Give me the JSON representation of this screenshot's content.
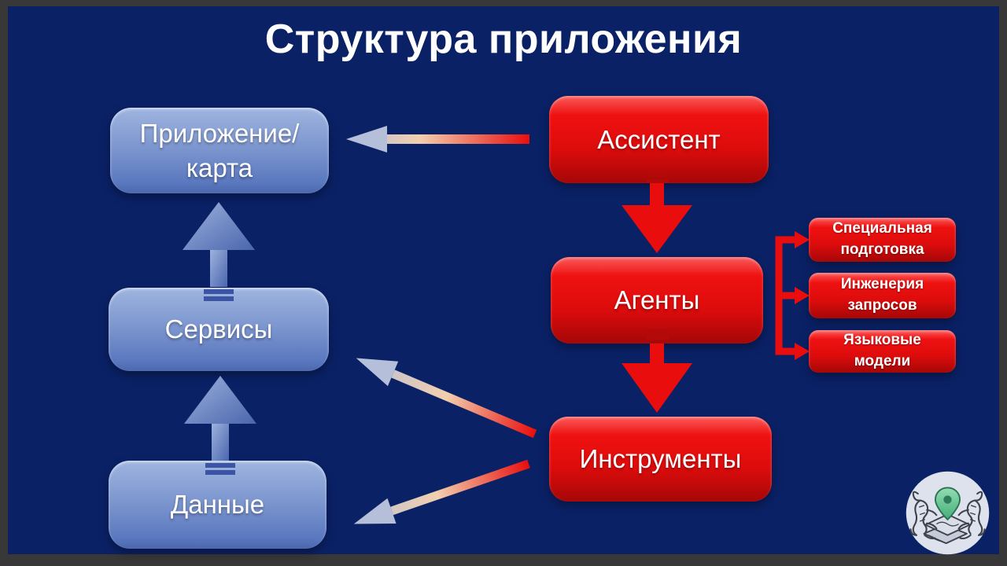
{
  "title": "Структура приложения",
  "nodes": {
    "application_map": {
      "line1": "Приложение/",
      "line2": "карта"
    },
    "services": {
      "label": "Сервисы"
    },
    "data": {
      "label": "Данные"
    },
    "assistant": {
      "label": "Ассистент"
    },
    "agents": {
      "label": "Агенты"
    },
    "tools": {
      "label": "Инструменты"
    },
    "special_training": {
      "line1": "Специальная",
      "line2": "подготовка"
    },
    "prompt_engineering": {
      "line1": "Инженерия",
      "line2": "запросов"
    },
    "language_models": {
      "line1": "Языковые",
      "line2": "модели"
    }
  },
  "connections": [
    {
      "from": "Ассистент",
      "to": "Приложение/карта",
      "style": "red-to-blue-gradient-arrow"
    },
    {
      "from": "Ассистент",
      "to": "Агенты",
      "style": "red-arrow"
    },
    {
      "from": "Агенты",
      "to": "Инструменты",
      "style": "red-arrow"
    },
    {
      "from": "Агенты",
      "to": "Специальная подготовка",
      "style": "red-bracket"
    },
    {
      "from": "Агенты",
      "to": "Инженерия запросов",
      "style": "red-bracket"
    },
    {
      "from": "Агенты",
      "to": "Языковые модели",
      "style": "red-bracket"
    },
    {
      "from": "Инструменты",
      "to": "Сервисы",
      "style": "red-to-blue-gradient-arrow"
    },
    {
      "from": "Инструменты",
      "to": "Данные",
      "style": "red-to-blue-gradient-arrow"
    },
    {
      "from": "Данные",
      "to": "Сервисы",
      "style": "blue-arrow"
    },
    {
      "from": "Сервисы",
      "to": "Приложение/карта",
      "style": "blue-arrow"
    }
  ],
  "colors": {
    "slide_background": "#0a2166",
    "frame": "#383838",
    "blue_node": "#7b95ce",
    "red_node": "#ea0d0d",
    "gradient_arrow_mid": "#f2cfae",
    "gradient_arrow_light": "#b6bfd9",
    "logo_pin_green": "#5fc78f"
  }
}
